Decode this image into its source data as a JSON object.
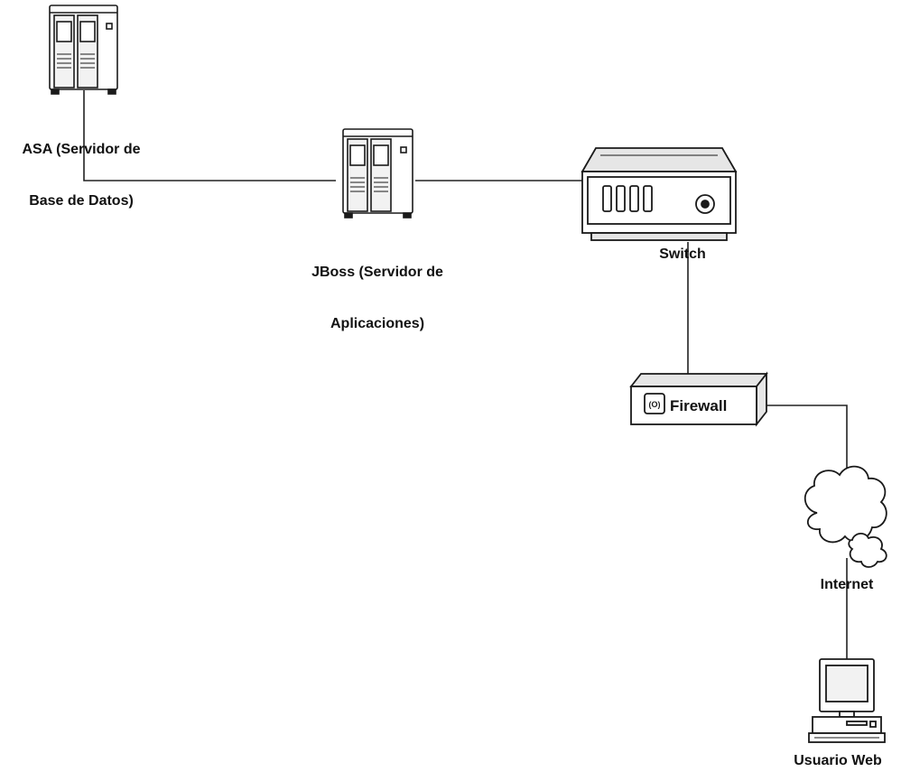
{
  "nodes": {
    "db_server": {
      "line1": "ASA (Servidor de",
      "line2": "Base de Datos)"
    },
    "app_server": {
      "line1": "JBoss (Servidor de",
      "line2": "Aplicaciones)"
    },
    "switch": {
      "label": "Switch"
    },
    "firewall": {
      "label": "Firewall",
      "badge": "(O)"
    },
    "internet": {
      "label": "Internet"
    },
    "web_user": {
      "label": "Usuario Web"
    }
  },
  "colors": {
    "line": "#222222",
    "stroke": "#1a1a1a",
    "fill": "#ffffff",
    "shade": "#e6e6e6"
  }
}
